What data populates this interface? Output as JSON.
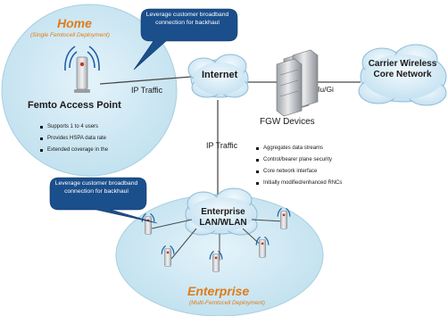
{
  "home": {
    "title": "Home",
    "subtitle": "(Single Femtocell Deployment)"
  },
  "femto": {
    "label": "Femto Access Point",
    "features": [
      "Supports 1 to 4 users",
      "Provides HSPA data rate",
      "Extended coverage in the"
    ]
  },
  "callout_top": "Leverage customer broadband connection for backhaul",
  "callout_enterprise": "Leverage customer broadband connection for backhaul",
  "internet": "Internet",
  "ip_traffic_top": "IP Traffic",
  "ip_traffic_mid": "IP Traffic",
  "fgw": {
    "label": "FGW Devices",
    "features": [
      "Aggregates data streams",
      "Control/bearer plane security",
      "Core network interface",
      "Initially modified/enhanced RNCs"
    ]
  },
  "iu_gi": "Iu/Gi",
  "carrier": "Carrier Wireless Core Network",
  "enterprise": {
    "lan_label": "Enterprise LAN/WLAN",
    "title": "Enterprise",
    "subtitle": "(Multi-Femtocell Deployment)"
  },
  "colors": {
    "bubble": "#cfe8f3",
    "callout": "#1b4f8c",
    "label_orange": "#e07b1a",
    "cloud": "#dceef8"
  }
}
